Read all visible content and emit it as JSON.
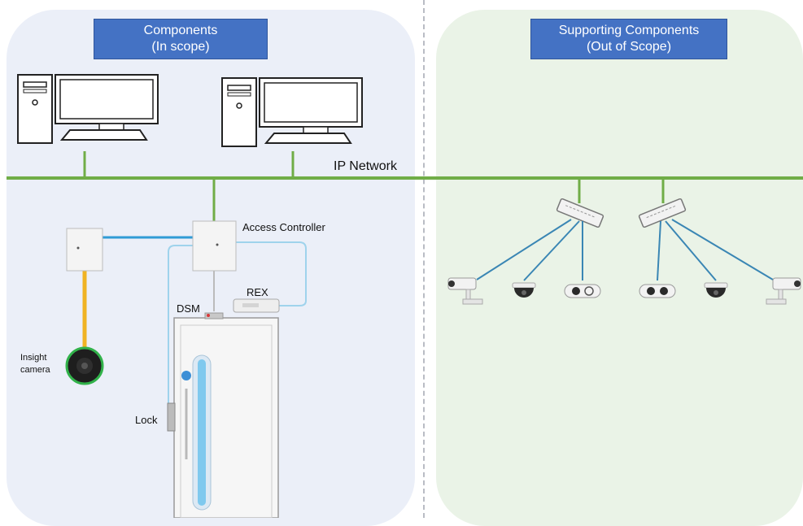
{
  "header_in_scope": {
    "line1": "Components",
    "line2": "(In scope)"
  },
  "header_out_scope": {
    "line1": "Supporting Components",
    "line2": "(Out of Scope)"
  },
  "labels": {
    "ip_network": "IP Network",
    "access_controller": "Access Controller",
    "rex": "REX",
    "dsm": "DSM",
    "lock": "Lock",
    "insight_camera_line1": "Insight",
    "insight_camera_line2": "camera"
  },
  "colors": {
    "left_panel": "#ebeff8",
    "right_panel": "#eaf3e7",
    "header_fill": "#4472c4",
    "network_line": "#70ad47",
    "blue_link": "#2f9bd6",
    "yellow_link": "#f0b323",
    "light_link": "#9fd3ec",
    "switch_link": "#3a86b4"
  },
  "icons": [
    "desktop-computer-icon",
    "network-switch-icon",
    "bullet-camera-icon",
    "dome-camera-icon",
    "door-icon",
    "controller-box-icon",
    "rex-sensor-icon",
    "insight-camera-icon"
  ]
}
